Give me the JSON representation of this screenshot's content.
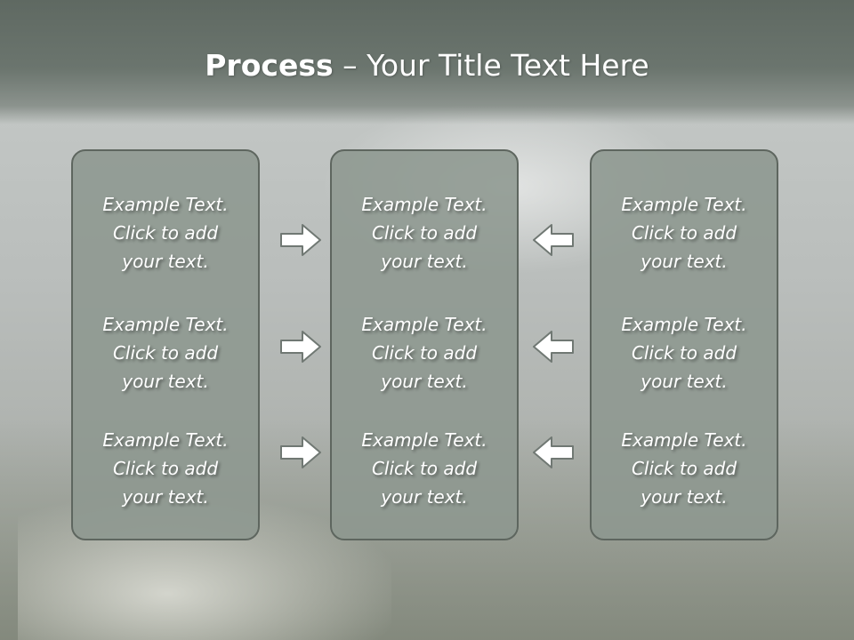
{
  "title": {
    "bold": "Process",
    "rest": " – Your Title Text Here"
  },
  "columns": [
    {
      "blocks": [
        {
          "lines": [
            "Example Text.",
            "Click  to add",
            "your text."
          ]
        },
        {
          "lines": [
            "Example Text.",
            "Click  to add",
            "your text."
          ]
        },
        {
          "lines": [
            "Example Text.",
            "Click  to add",
            "your text."
          ]
        }
      ]
    },
    {
      "blocks": [
        {
          "lines": [
            "Example Text.",
            "Click  to add",
            "your text."
          ]
        },
        {
          "lines": [
            "Example Text.",
            "Click  to add",
            "your text."
          ]
        },
        {
          "lines": [
            "Example Text.",
            "Click  to add",
            "your text."
          ]
        }
      ]
    },
    {
      "blocks": [
        {
          "lines": [
            "Example Text.",
            "Click  to add",
            "your text."
          ]
        },
        {
          "lines": [
            "Example Text.",
            "Click  to add",
            "your text."
          ]
        },
        {
          "lines": [
            "Example Text.",
            "Click  to add",
            "your text."
          ]
        }
      ]
    }
  ],
  "arrows": {
    "left": [
      "arrow-right-icon",
      "arrow-right-icon",
      "arrow-right-icon"
    ],
    "right": [
      "arrow-left-icon",
      "arrow-left-icon",
      "arrow-left-icon"
    ]
  },
  "colors": {
    "title_bar": "#65706a",
    "panel_fill": "#8d9790",
    "panel_border": "#5e665f",
    "text": "#ffffff"
  }
}
